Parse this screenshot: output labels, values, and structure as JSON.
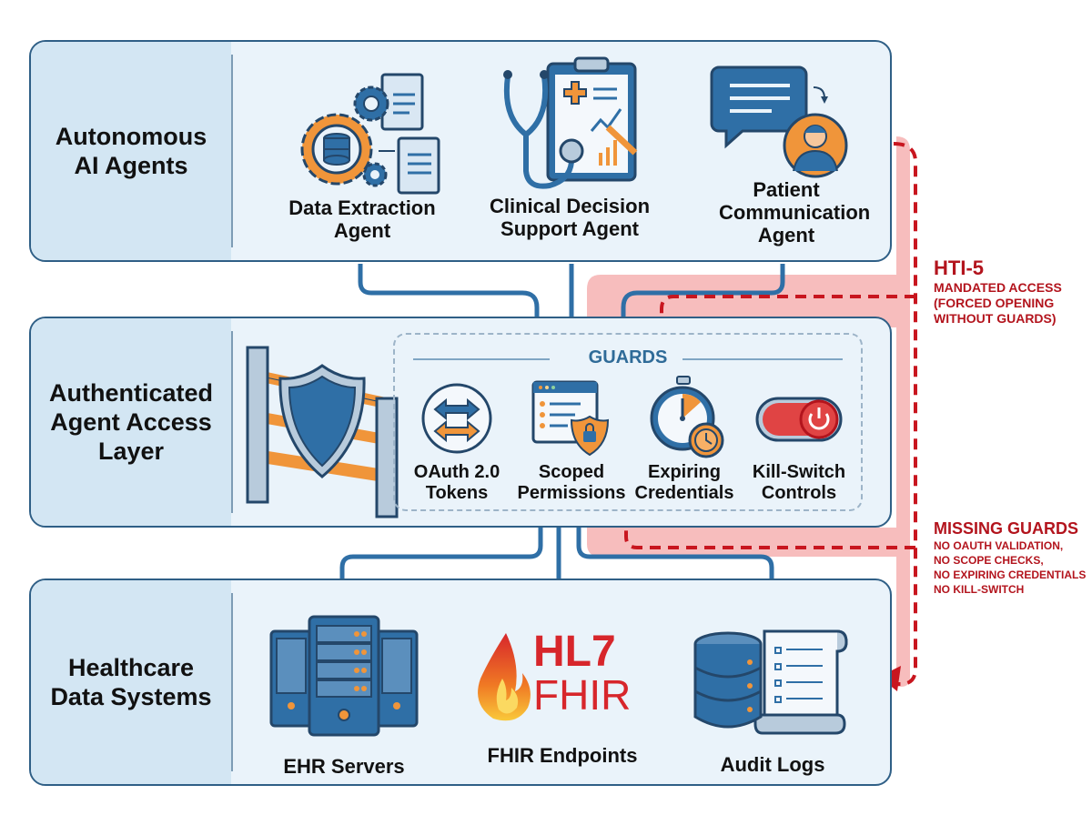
{
  "layers": {
    "agents": {
      "label": "Autonomous AI Agents",
      "items": [
        {
          "label": "Data Extraction Agent",
          "icon": "gears-database-documents-icon"
        },
        {
          "label": "Clinical Decision Support Agent",
          "icon": "stethoscope-clipboard-icon"
        },
        {
          "label": "Patient Communication Agent",
          "icon": "chat-patient-icon"
        }
      ]
    },
    "access": {
      "label": "Authenticated Agent Access Layer",
      "gate_icon": "shield-gate-icon",
      "guards": {
        "title": "GUARDS",
        "items": [
          {
            "label": "OAuth 2.0 Tokens",
            "icon": "token-exchange-icon"
          },
          {
            "label": "Scoped Permissions",
            "icon": "permissions-lock-icon"
          },
          {
            "label": "Expiring Credentials",
            "icon": "stopwatch-icon"
          },
          {
            "label": "Kill-Switch Controls",
            "icon": "power-toggle-icon"
          }
        ]
      }
    },
    "data": {
      "label": "Healthcare Data Systems",
      "items": [
        {
          "label": "EHR Servers",
          "icon": "server-rack-icon"
        },
        {
          "label": "FHIR Endpoints",
          "icon": "hl7-fhir-logo",
          "logo_top": "HL7",
          "logo_bottom": "FHIR"
        },
        {
          "label": "Audit Logs",
          "icon": "database-scroll-icon"
        }
      ]
    }
  },
  "annotations": {
    "hti5": {
      "title": "HTI-5",
      "lines": [
        "MANDATED ACCESS",
        "(FORCED OPENING",
        "WITHOUT GUARDS)"
      ]
    },
    "missing": {
      "title": "MISSING GUARDS",
      "lines": [
        "NO OAUTH VALIDATION,",
        "NO SCOPE CHECKS,",
        "NO EXPIRING CREDENTIALS",
        "NO KILL-SWITCH"
      ]
    }
  },
  "colors": {
    "primary_blue": "#2f6fa6",
    "accent_orange": "#f0953a",
    "alert_red": "#c8161f",
    "alert_band": "#f6b1b1"
  }
}
